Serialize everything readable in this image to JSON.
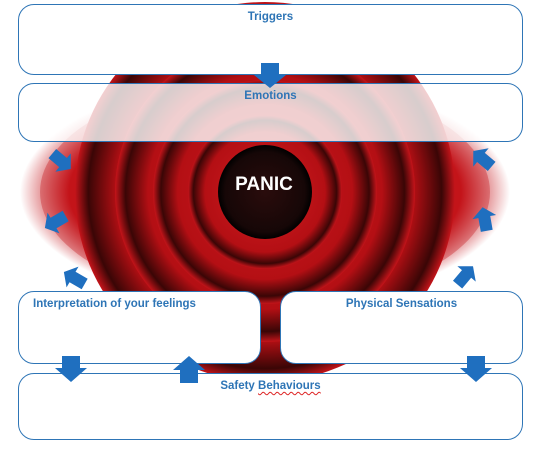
{
  "diagram": {
    "center_label": "PANIC",
    "boxes": {
      "triggers": "Triggers",
      "emotions": "Emotions",
      "interpretation": "Interpretation of your feelings",
      "physical": "Physical Sensations",
      "safety_word1": "Safety",
      "safety_word2": "Behaviours"
    },
    "colors": {
      "box_border": "#2e75b6",
      "label_text": "#2e75b6",
      "arrow_fill": "#1f6fbf",
      "ring_red": "#c4141a",
      "ring_dark": "#3a0606",
      "core": "#1b0a0a",
      "center_text": "#ffffff"
    }
  }
}
